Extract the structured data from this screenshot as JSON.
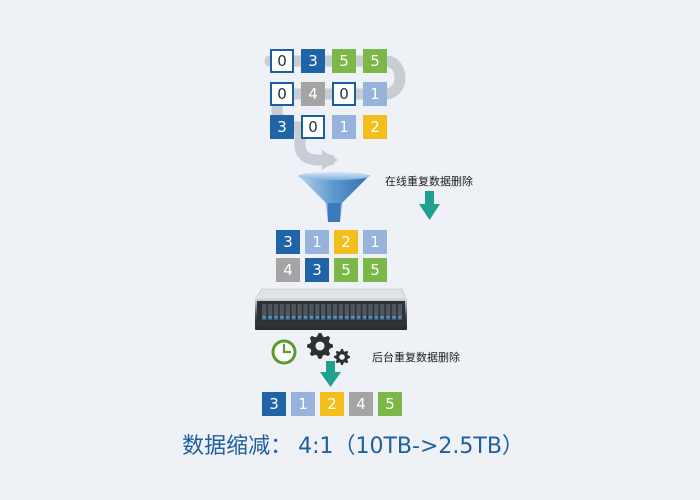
{
  "colors": {
    "dark_blue": "#1f64a6",
    "light_blue": "#97b3dc",
    "green": "#7cb848",
    "gray": "#a4a4a4",
    "yellow": "#f4be1c",
    "outline": "#1f5e9e",
    "teal": "#22a08f",
    "caption_blue": "#1f5fa0"
  },
  "input_grid": [
    [
      {
        "text": "0",
        "style": "outline"
      },
      {
        "text": "3",
        "style": "dark_blue"
      },
      {
        "text": "5",
        "style": "green"
      },
      {
        "text": "5",
        "style": "green"
      }
    ],
    [
      {
        "text": "0",
        "style": "outline"
      },
      {
        "text": "4",
        "style": "gray"
      },
      {
        "text": "0",
        "style": "outline"
      },
      {
        "text": "1",
        "style": "light_blue"
      }
    ],
    [
      {
        "text": "3",
        "style": "dark_blue"
      },
      {
        "text": "0",
        "style": "outline"
      },
      {
        "text": "1",
        "style": "light_blue"
      },
      {
        "text": "2",
        "style": "yellow"
      }
    ]
  ],
  "deduped_grid": [
    [
      {
        "text": "3",
        "style": "dark_blue"
      },
      {
        "text": "1",
        "style": "light_blue"
      },
      {
        "text": "2",
        "style": "yellow"
      },
      {
        "text": "1",
        "style": "light_blue"
      }
    ],
    [
      {
        "text": "4",
        "style": "gray"
      },
      {
        "text": "3",
        "style": "dark_blue"
      },
      {
        "text": "5",
        "style": "green"
      },
      {
        "text": "5",
        "style": "green"
      }
    ]
  ],
  "output_row": [
    {
      "text": "3",
      "style": "dark_blue"
    },
    {
      "text": "1",
      "style": "light_blue"
    },
    {
      "text": "2",
      "style": "yellow"
    },
    {
      "text": "4",
      "style": "gray"
    },
    {
      "text": "5",
      "style": "green"
    }
  ],
  "labels": {
    "inline_dedup": "在线重复数据删除",
    "background_dedup": "后台重复数据删除"
  },
  "caption": {
    "prefix": "数据缩减：",
    "value": "4:1（10TB->2.5TB）"
  },
  "icons": [
    "funnel-icon",
    "server-icon",
    "clock-icon",
    "gear-icon",
    "arrow-down-icon"
  ]
}
